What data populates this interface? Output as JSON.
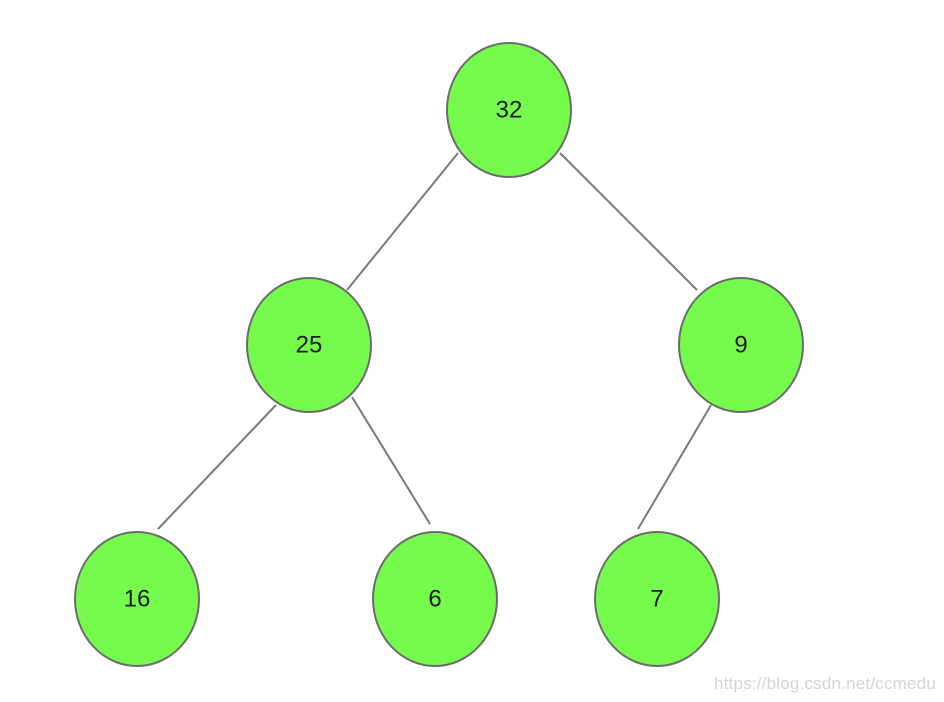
{
  "diagram": {
    "type": "binary-tree",
    "node_fill": "#75fb4c",
    "node_stroke": "#6b6b6b",
    "edge_color": "#7a7a7a",
    "nodes": [
      {
        "id": "n32",
        "label": "32",
        "depth": 0
      },
      {
        "id": "n25",
        "label": "25",
        "depth": 1,
        "parent": "n32"
      },
      {
        "id": "n9",
        "label": "9",
        "depth": 1,
        "parent": "n32"
      },
      {
        "id": "n16",
        "label": "16",
        "depth": 2,
        "parent": "n25"
      },
      {
        "id": "n6",
        "label": "6",
        "depth": 2,
        "parent": "n25"
      },
      {
        "id": "n7",
        "label": "7",
        "depth": 2,
        "parent": "n9"
      }
    ],
    "edges": [
      {
        "from": "n32",
        "to": "n25"
      },
      {
        "from": "n32",
        "to": "n9"
      },
      {
        "from": "n25",
        "to": "n16"
      },
      {
        "from": "n25",
        "to": "n6"
      },
      {
        "from": "n9",
        "to": "n7"
      }
    ]
  },
  "watermark": {
    "text": "https://blog.csdn.net/ccmedu"
  }
}
